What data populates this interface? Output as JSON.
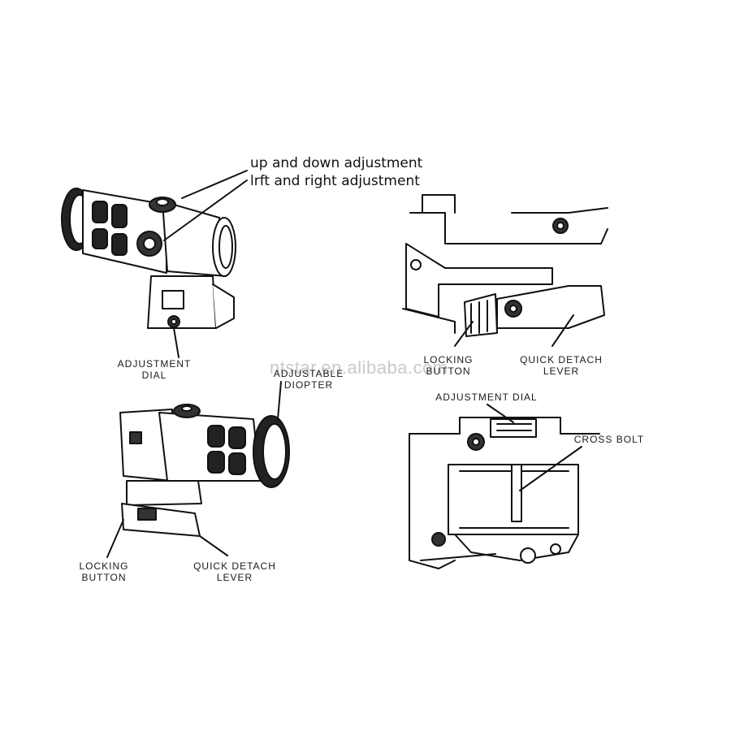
{
  "callouts": {
    "line1": "up and down adjustment",
    "line2": "lrft and right adjustment"
  },
  "watermark": "ntstar.en.alibaba.com",
  "labels": {
    "adjustment_dial_1": "Adjustment",
    "adjustment_dial_2": "dial",
    "adjustable_diopter_1": "Adjustable",
    "adjustable_diopter_2": "Diopter",
    "locking_button_top": "Locking button",
    "quick_detach_lever_top": "Quick detach lever",
    "locking_button_bottom_1": "Locking",
    "locking_button_bottom_2": "button",
    "quick_detach_lever_bottom_1": "Quick detach",
    "quick_detach_lever_bottom_2": "lever",
    "adjustment_dial_right": "Adjustment dial",
    "cross_bolt": "Cross Bolt"
  }
}
